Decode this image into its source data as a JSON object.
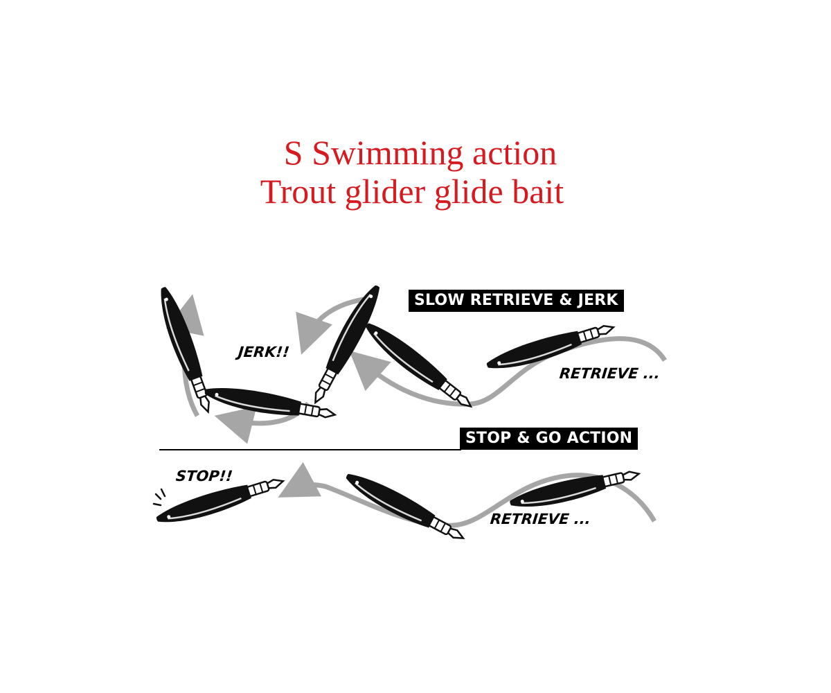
{
  "title": {
    "line1": "S Swimming action",
    "line2": "Trout glider glide bait"
  },
  "sections": {
    "slow_retrieve": {
      "heading": "SLOW RETRIEVE & JERK",
      "jerk_label": "JERK!!",
      "retrieve_label": "RETRIEVE ..."
    },
    "stop_and_go": {
      "heading": "STOP & GO ACTION",
      "stop_label": "STOP!!",
      "retrieve_label": "RETRIEVE ..."
    }
  },
  "colors": {
    "title": "#d61a1f",
    "banner_bg": "#000000",
    "banner_text": "#ffffff",
    "arrow": "#a6a6a6",
    "lure_body": "#111111"
  },
  "icons": [
    "lure-icon",
    "curved-arrow-icon",
    "motion-lines-icon"
  ]
}
